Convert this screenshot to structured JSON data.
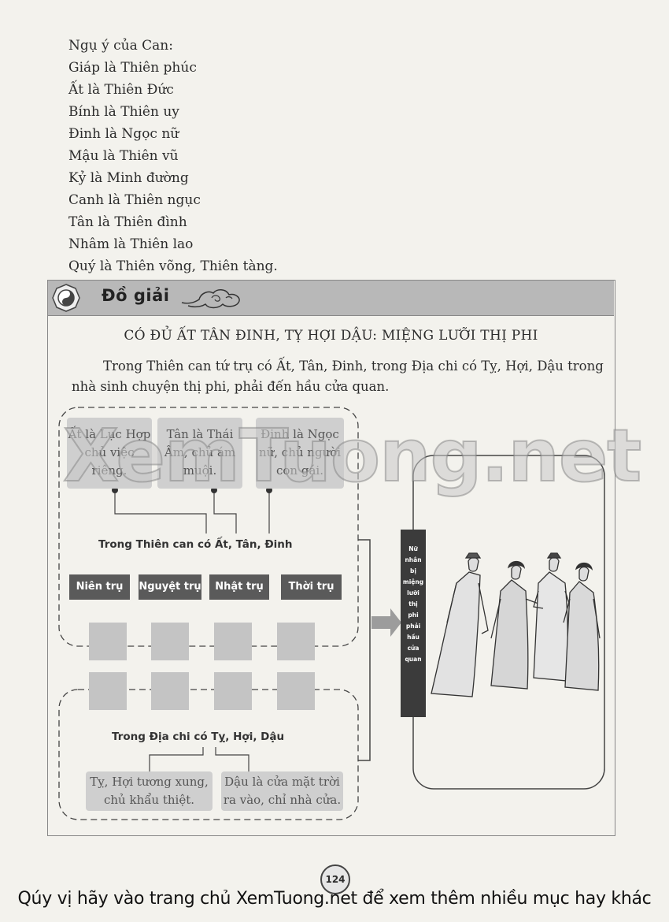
{
  "intro": {
    "lines": [
      "Ngụ ý của Can:",
      "Giáp là Thiên phúc",
      "Ất là Thiên Đức",
      "Bính là Thiên uy",
      "Đinh là Ngọc nữ",
      "Mậu là Thiên vũ",
      "Kỷ là Minh đường",
      "Canh là Thiên ngục",
      "Tân là Thiên đình",
      "Nhâm là Thiên lao",
      "Quý là Thiên võng, Thiên tàng."
    ]
  },
  "section": {
    "banner_title": "Đồ giải",
    "heading": "CÓ ĐỦ ẤT TÂN ĐINH, TỴ HỢI DẬU: MIỆNG LƯỠI THỊ PHI",
    "paragraph": "Trong Thiên can tứ trụ có Ất, Tân, Đinh, trong Địa chi có Tỵ, Hợi, Dậu trong nhà sinh chuyện thị phi, phải đến hầu cửa quan."
  },
  "diagram": {
    "top_boxes": [
      "Ất là Lục Hợp chủ việc riêng.",
      "Tân là Thái Âm, chủ ám muội.",
      "Đinh là Ngọc nữ, chủ người con gái."
    ],
    "can_label": "Trong Thiên can có Ất, Tân, Đinh",
    "pillars": [
      "Niên trụ",
      "Nguyệt trụ",
      "Nhật trụ",
      "Thời trụ"
    ],
    "chi_label": "Trong Địa chi có Tỵ, Hợi, Dậu",
    "bottom_boxes": [
      "Tỵ, Hợi tương xung, chủ khẩu thiệt.",
      "Dậu là cửa mặt trời ra vào, chỉ nhà cửa."
    ],
    "vertical_words": [
      "Nữ",
      "nhân",
      "bị",
      "miệng",
      "lưỡi",
      "thị",
      "phi",
      "phải",
      "hầu",
      "cửa",
      "quan"
    ]
  },
  "watermark": "XemTuong.net",
  "page_number": "124",
  "footer": "Qúy vị hãy vào trang chủ XemTuong.net để xem thêm nhiều mục hay khác"
}
